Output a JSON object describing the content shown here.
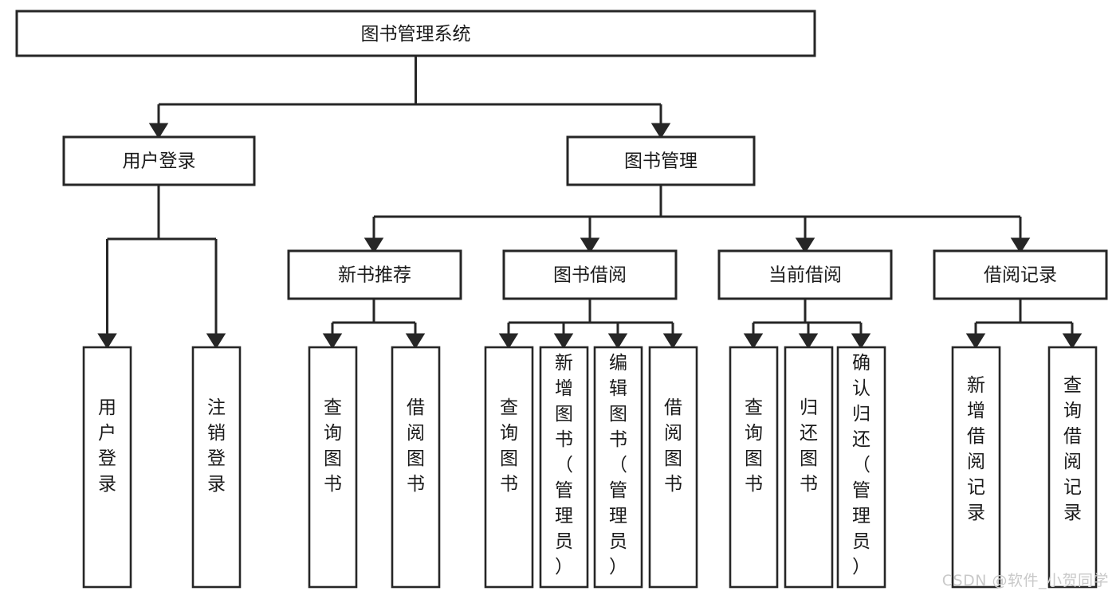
{
  "diagram": {
    "type": "tree-hierarchy",
    "title": "图书管理系统",
    "root": {
      "id": "root",
      "label": "图书管理系统",
      "orientation": "horizontal"
    },
    "level1": [
      {
        "id": "user-login",
        "label": "用户登录",
        "orientation": "horizontal"
      },
      {
        "id": "book-management",
        "label": "图书管理",
        "orientation": "horizontal"
      }
    ],
    "level2": [
      {
        "id": "new-book-recommend",
        "label": "新书推荐",
        "parent": "book-management",
        "orientation": "horizontal"
      },
      {
        "id": "book-borrow",
        "label": "图书借阅",
        "parent": "book-management",
        "orientation": "horizontal"
      },
      {
        "id": "current-borrow",
        "label": "当前借阅",
        "parent": "book-management",
        "orientation": "horizontal"
      },
      {
        "id": "borrow-record",
        "label": "借阅记录",
        "parent": "book-management",
        "orientation": "horizontal"
      }
    ],
    "leaves": [
      {
        "id": "leaf-user-login",
        "label": "用户登录",
        "parent": "user-login",
        "orientation": "vertical"
      },
      {
        "id": "leaf-user-logout",
        "label": "注销登录",
        "parent": "user-login",
        "orientation": "vertical"
      },
      {
        "id": "leaf-query-book-1",
        "label": "查询图书",
        "parent": "new-book-recommend",
        "orientation": "vertical"
      },
      {
        "id": "leaf-borrow-book-1",
        "label": "借阅图书",
        "parent": "new-book-recommend",
        "orientation": "vertical"
      },
      {
        "id": "leaf-query-book-2",
        "label": "查询图书",
        "parent": "book-borrow",
        "orientation": "vertical"
      },
      {
        "id": "leaf-add-book",
        "label": "新增图书（管理员）",
        "parent": "book-borrow",
        "orientation": "vertical"
      },
      {
        "id": "leaf-edit-book",
        "label": "编辑图书（管理员）",
        "parent": "book-borrow",
        "orientation": "vertical"
      },
      {
        "id": "leaf-borrow-book-2",
        "label": "借阅图书",
        "parent": "book-borrow",
        "orientation": "vertical"
      },
      {
        "id": "leaf-query-book-3",
        "label": "查询图书",
        "parent": "current-borrow",
        "orientation": "vertical"
      },
      {
        "id": "leaf-return-book",
        "label": "归还图书",
        "parent": "current-borrow",
        "orientation": "vertical"
      },
      {
        "id": "leaf-confirm-return",
        "label": "确认归还（管理员）",
        "parent": "current-borrow",
        "orientation": "vertical"
      },
      {
        "id": "leaf-add-record",
        "label": "新增借阅记录",
        "parent": "borrow-record",
        "orientation": "vertical"
      },
      {
        "id": "leaf-query-record",
        "label": "查询借阅记录",
        "parent": "borrow-record",
        "orientation": "vertical"
      }
    ],
    "colors": {
      "background": "#ffffff",
      "box_fill": "#ffffff",
      "box_stroke": "#262626",
      "connector": "#262626",
      "text": "#1a1a1a",
      "watermark": "#c9c9c9"
    }
  },
  "watermark": {
    "text": "CSDN @软件_小贺同学"
  }
}
